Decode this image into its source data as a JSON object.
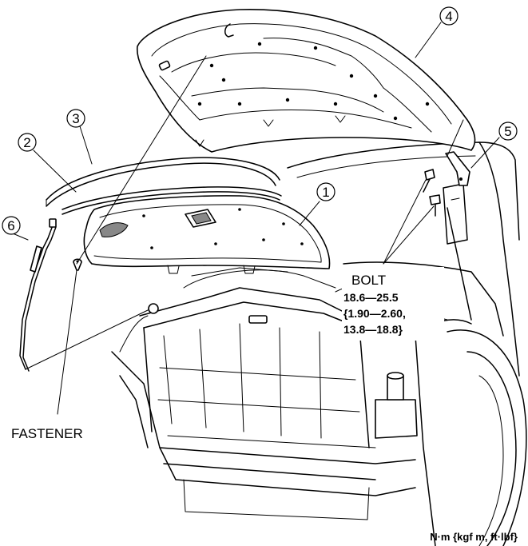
{
  "callouts": [
    {
      "id": "1",
      "part": "hood insulator"
    },
    {
      "id": "2",
      "part": "seal rubber"
    },
    {
      "id": "3",
      "part": "seal rubber"
    },
    {
      "id": "4",
      "part": "hood"
    },
    {
      "id": "5",
      "part": "hood hinge"
    },
    {
      "id": "6",
      "part": "hood stay"
    }
  ],
  "labels": {
    "fastener": "FASTENER",
    "bolt": "BOLT",
    "torque_line1": "18.6—25.5",
    "torque_line2": "{1.90—2.60,",
    "torque_line3": "13.8—18.8}",
    "units": "N·m {kgf m, ft·lbf}"
  }
}
